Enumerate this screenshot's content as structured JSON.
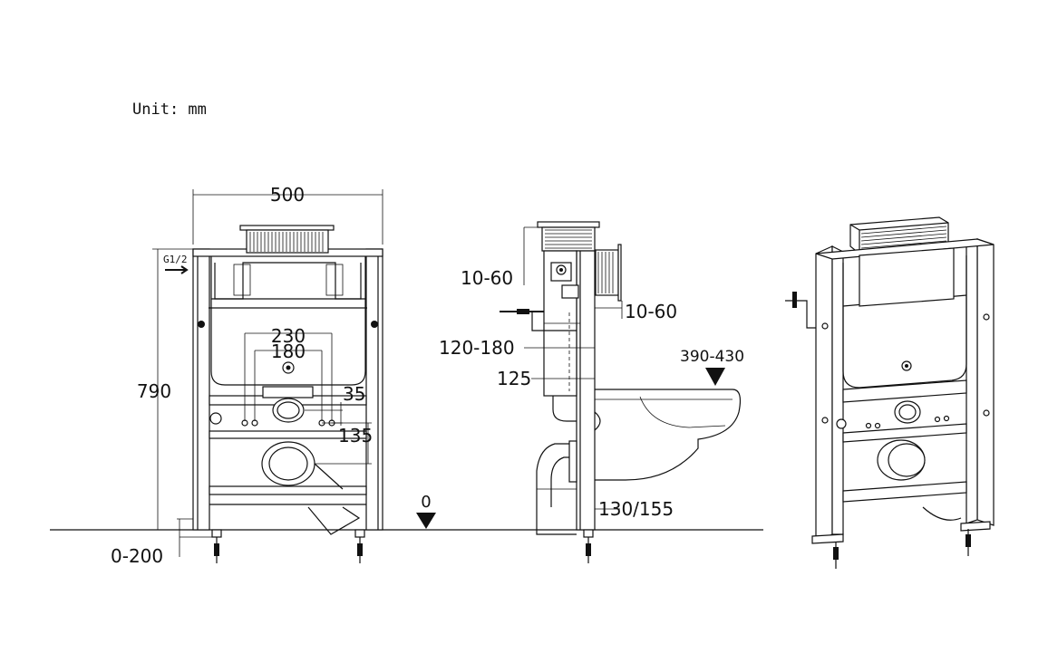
{
  "unit_label": "Unit: mm",
  "front_view": {
    "width": "500",
    "height": "790",
    "inlet": "G1/2",
    "bracket_spacing_outer": "230",
    "bracket_spacing_inner": "180",
    "hole_offset": "35",
    "drain_height": "135",
    "leg_adjust": "0-200",
    "floor_zero": "0"
  },
  "side_view": {
    "button_depth_top": "10-60",
    "button_depth_side": "10-60",
    "bolt_range": "120-180",
    "bolt_depth": "125",
    "drain_spacing": "130/155",
    "seat_height": "390-430"
  },
  "colors": {
    "line": "#111111",
    "background": "#ffffff"
  }
}
